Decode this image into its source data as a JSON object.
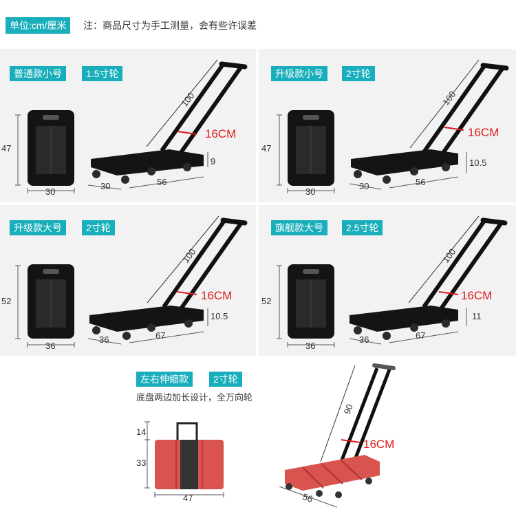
{
  "header": {
    "unit": "单位:cm/厘米",
    "note": "注：商品尺寸为手工测量，会有些许误差"
  },
  "panels": [
    {
      "name": "普通款小号",
      "wheel": "1.5寸轮",
      "height": "47",
      "width": "30",
      "handle": "100",
      "handle_width": "16CM",
      "depth": "30",
      "length": "56",
      "clearance": "9"
    },
    {
      "name": "升级款小号",
      "wheel": "2寸轮",
      "height": "47",
      "width": "30",
      "handle": "100",
      "handle_width": "16CM",
      "depth": "30",
      "length": "56",
      "clearance": "10.5"
    },
    {
      "name": "升级款大号",
      "wheel": "2寸轮",
      "height": "52",
      "width": "36",
      "handle": "100",
      "handle_width": "16CM",
      "depth": "36",
      "length": "67",
      "clearance": "10.5"
    },
    {
      "name": "旗舰款大号",
      "wheel": "2.5寸轮",
      "height": "52",
      "width": "36",
      "handle": "100",
      "handle_width": "16CM",
      "depth": "36",
      "length": "67",
      "clearance": "11"
    }
  ],
  "bottom": {
    "name": "左右伸缩款",
    "wheel": "2寸轮",
    "note": "底盘两边加长设计，全万向轮",
    "top_height": "14",
    "height": "33",
    "width": "47",
    "handle": "90",
    "handle_width": "16CM",
    "length": "56"
  },
  "colors": {
    "accent": "#18aebb",
    "red": "#e01919",
    "panel_bg": "#f2f2f2",
    "cart_red": "#d9534f"
  }
}
